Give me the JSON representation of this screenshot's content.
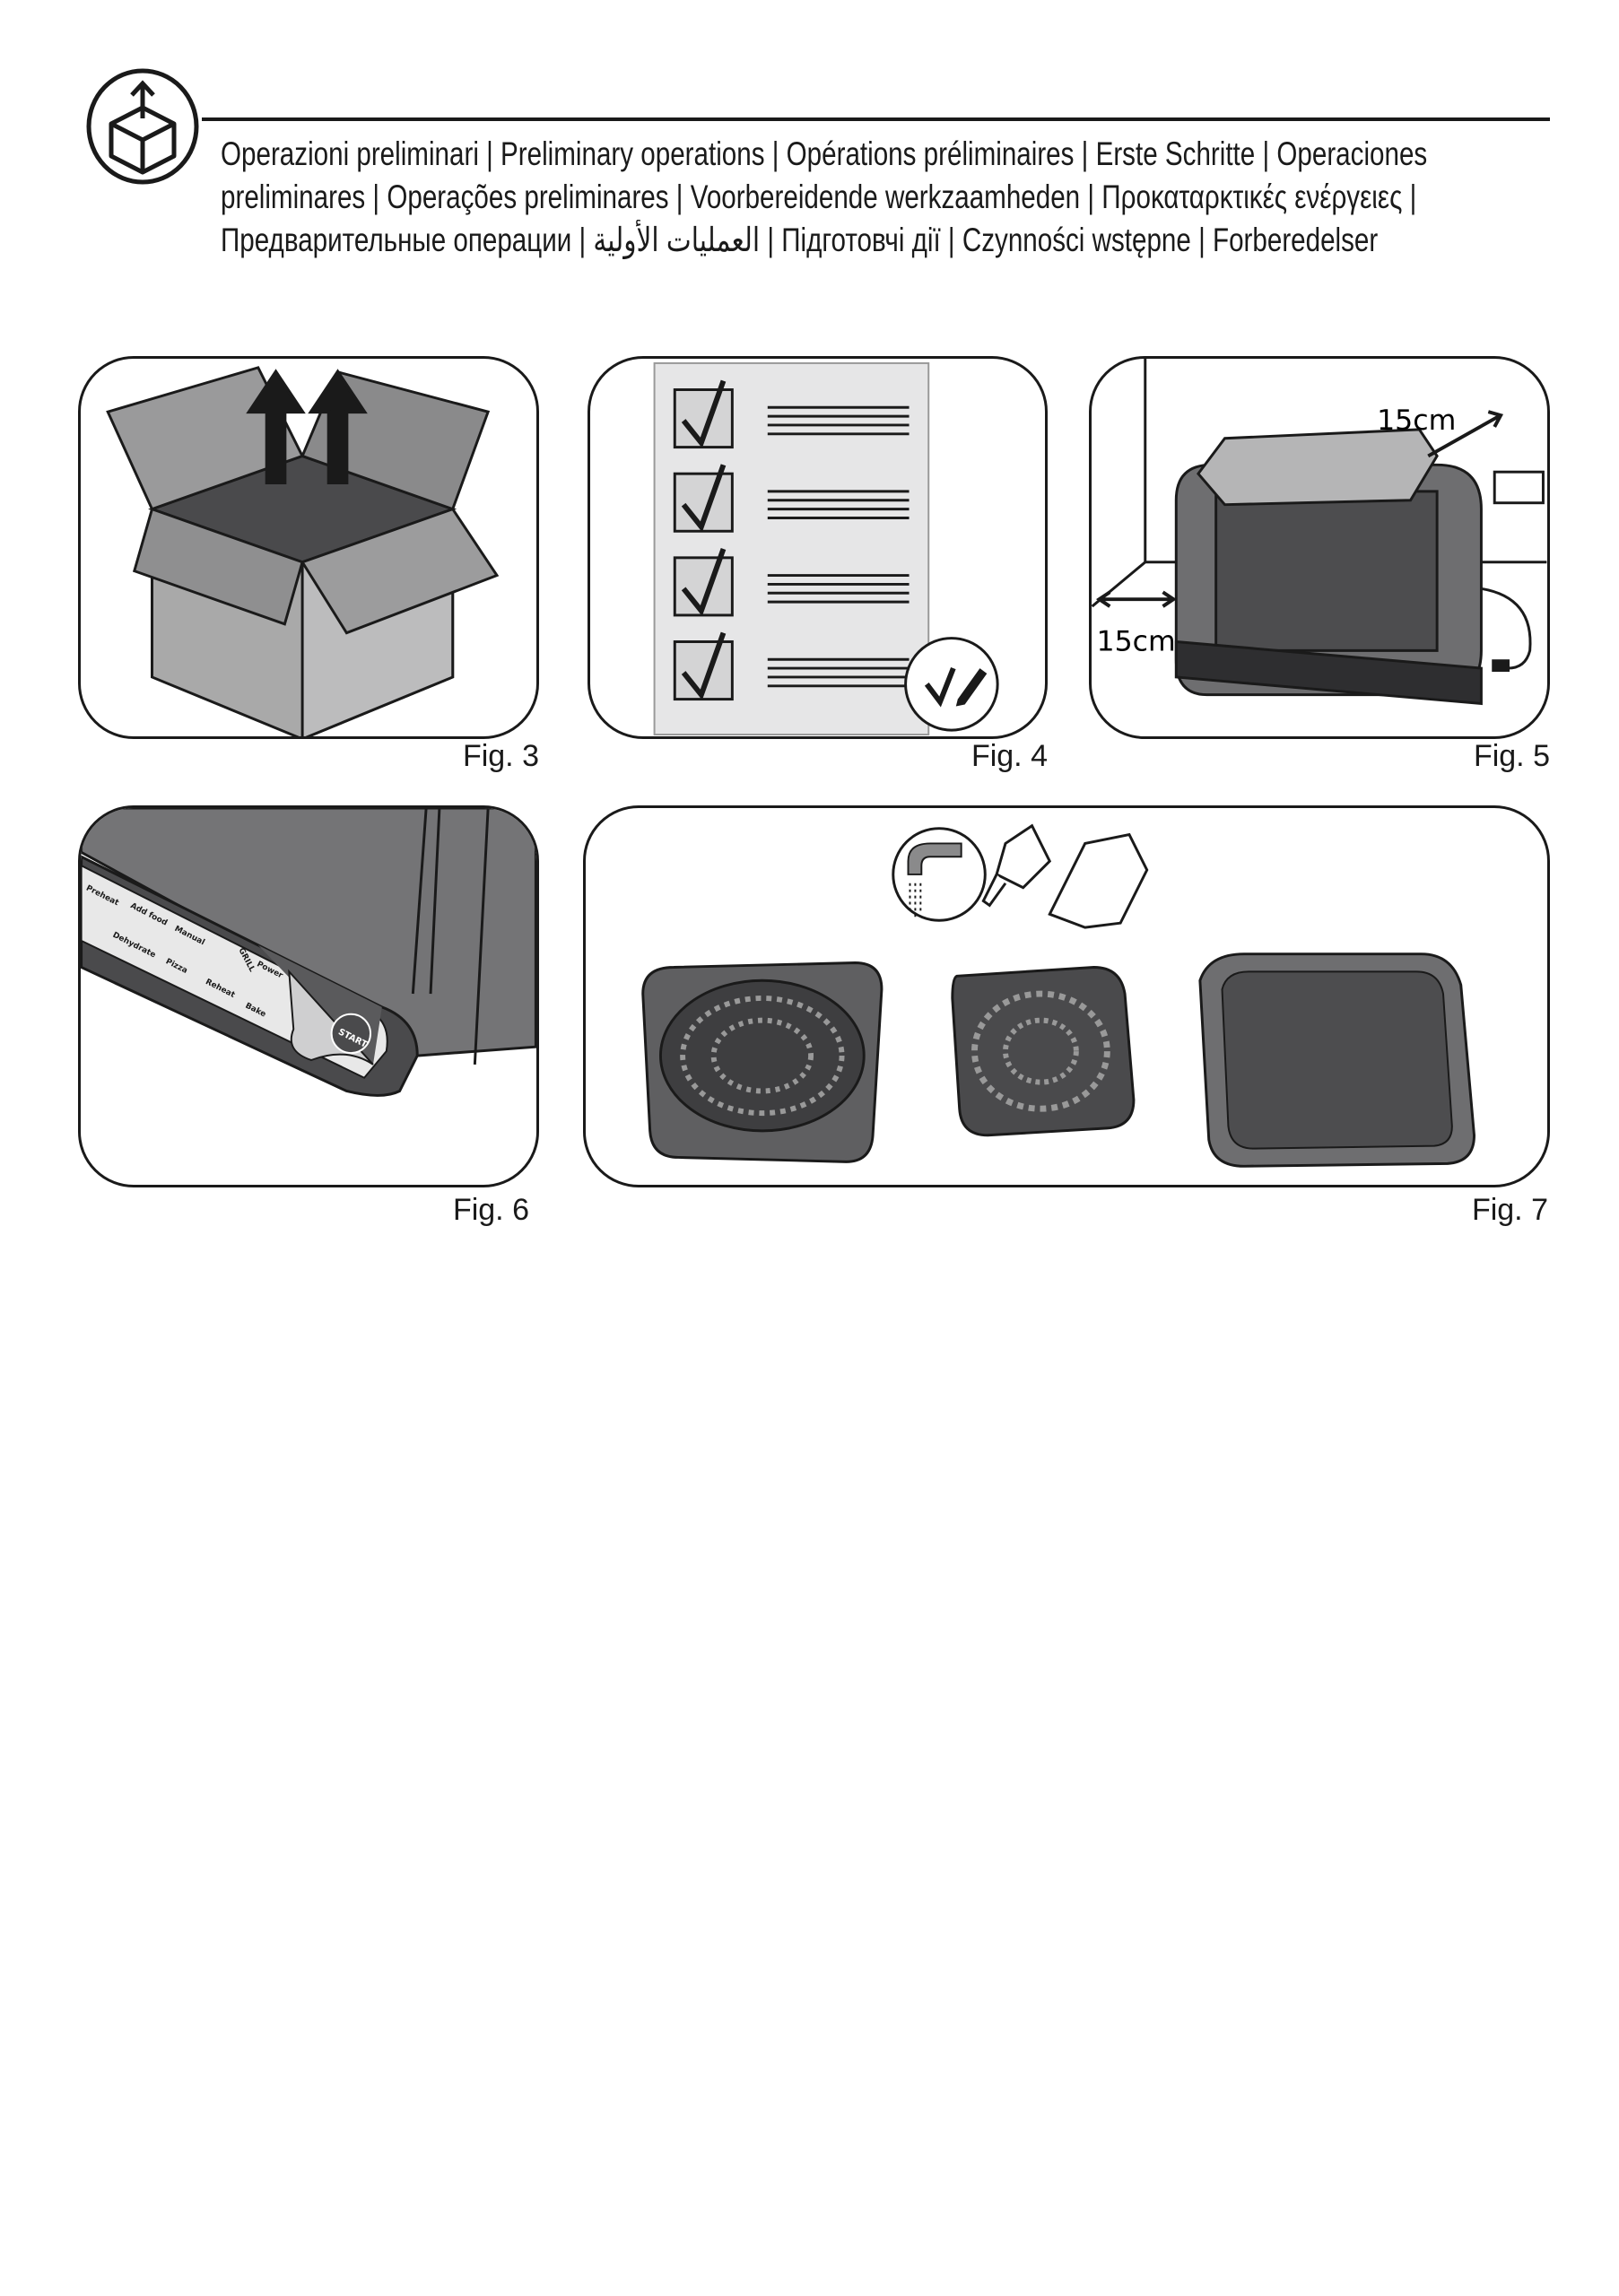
{
  "header": {
    "icon": "unpack-box-icon",
    "lines": [
      "Operazioni preliminari | Preliminary operations | Opérations préliminaires | Erste Schritte | Operaciones",
      "preliminares | Operações preliminares | Voorbereidende werkzaamheden | Προκαταρκτικές ενέργειες |",
      "Предварительные операции | العمليات الأولية | Підготовчі дії | Czynności wstępne | Forberedelser"
    ]
  },
  "figures": {
    "fig3": {
      "label": "Fig. 3"
    },
    "fig4": {
      "label": "Fig. 4"
    },
    "fig5": {
      "label": "Fig. 5",
      "distance_top": "15cm",
      "distance_side": "15cm"
    },
    "fig6": {
      "label": "Fig. 6",
      "panel_labels": [
        "Preheat",
        "Add food",
        "Manual",
        "Dehydrate",
        "Pizza",
        "Reheat",
        "Bake",
        "GRILL",
        "Power",
        "START"
      ]
    },
    "fig7": {
      "label": "Fig. 7"
    }
  }
}
